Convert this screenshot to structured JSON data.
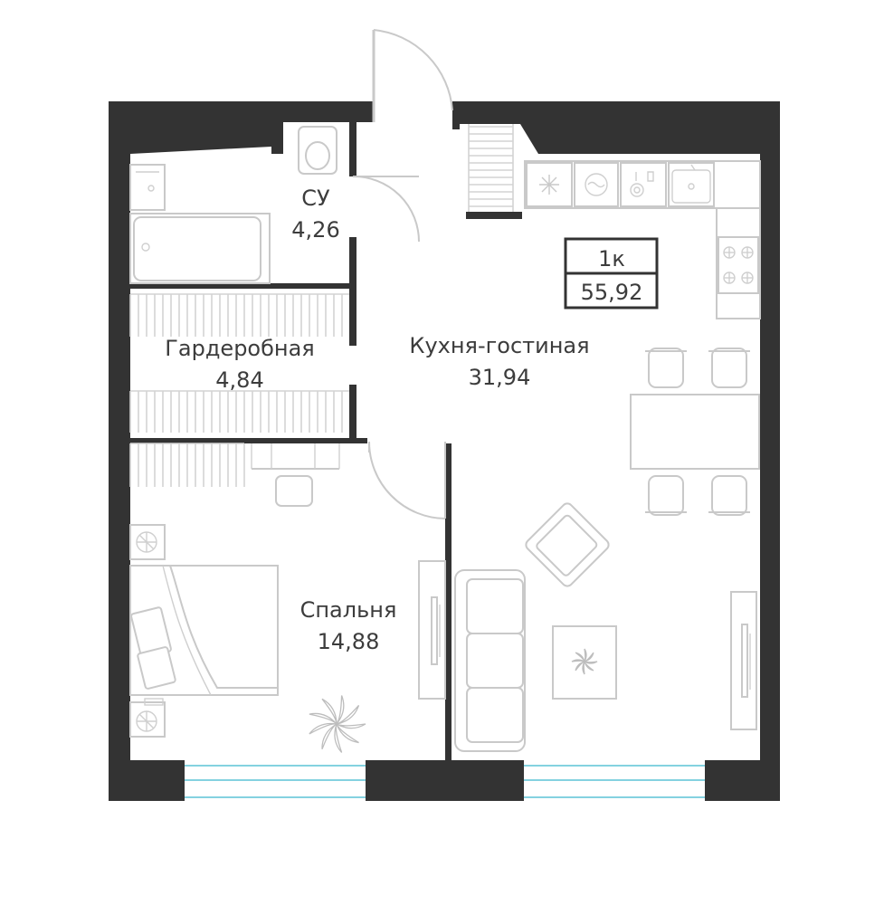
{
  "apartment": {
    "type": "1к",
    "total_area": "55,92"
  },
  "rooms": [
    {
      "name": "СУ",
      "area": "4,26"
    },
    {
      "name": "Гардеробная",
      "area": "4,84"
    },
    {
      "name": "Кухня-гостиная",
      "area": "31,94"
    },
    {
      "name": "Спальня",
      "area": "14,88"
    }
  ],
  "colors": {
    "wall": "#333333",
    "furniture": "#c9c9c9",
    "window": "#5bc3d6",
    "text": "#3c3c3c"
  }
}
